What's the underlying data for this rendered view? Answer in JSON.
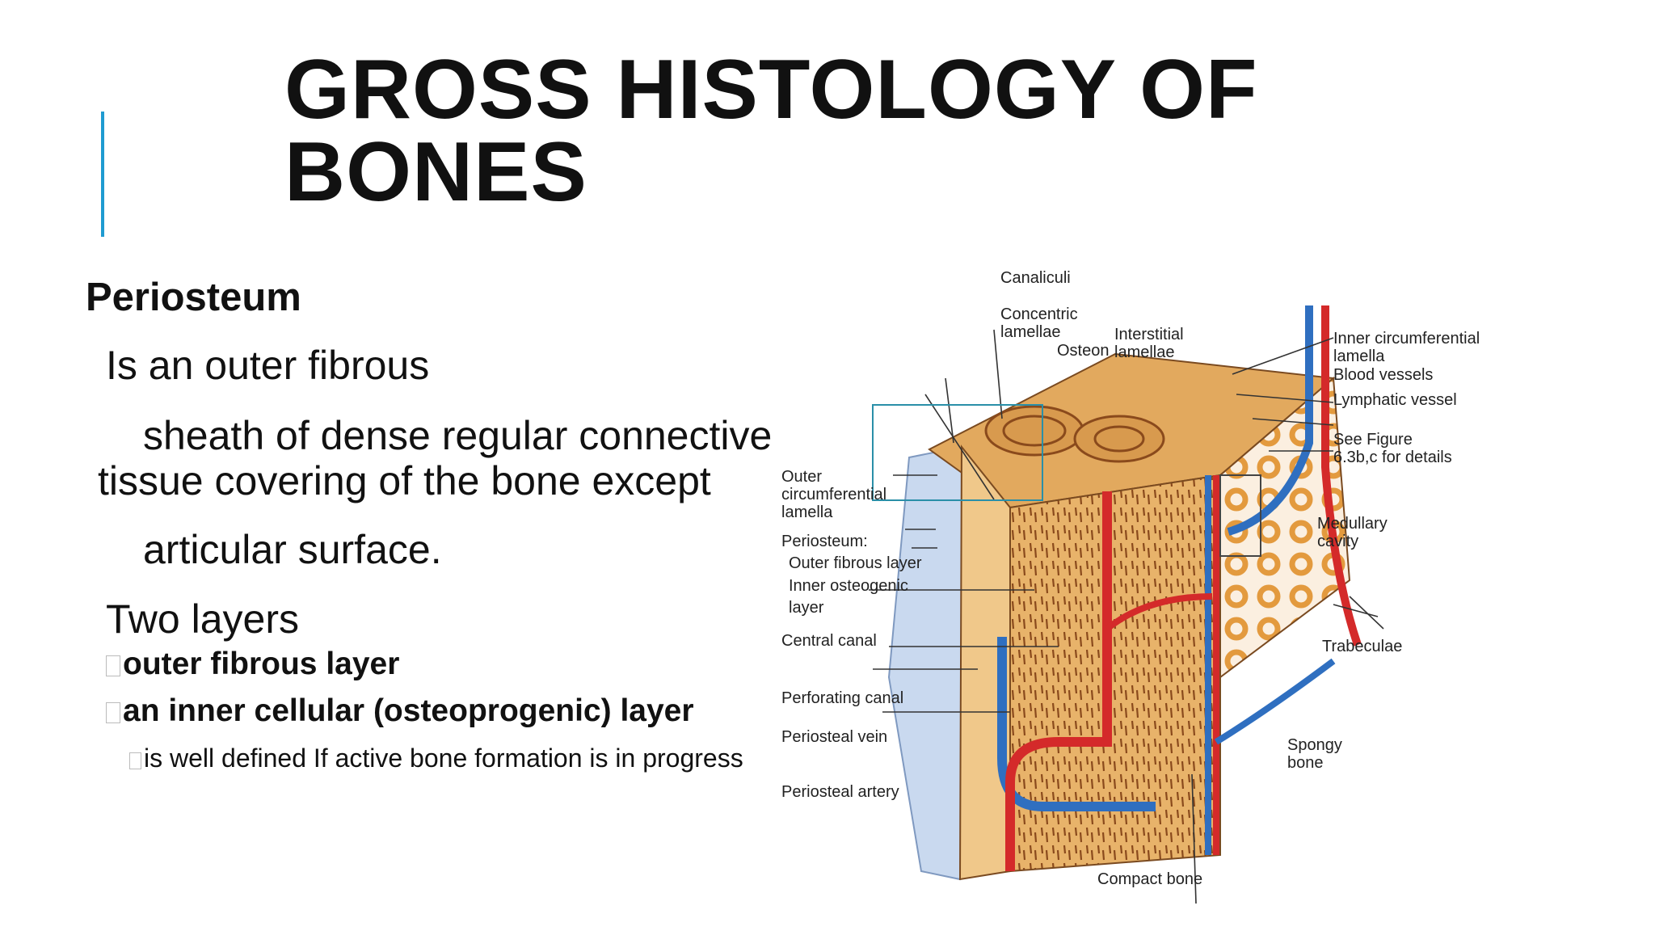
{
  "slide": {
    "title": "GROSS HISTOLOGY OF BONES",
    "accent_color": "#1f9bd1",
    "heading": "Periosteum",
    "lines": [
      "Is an outer fibrous",
      "sheath of dense regular connective",
      "tissue covering of the bone except",
      "articular surface.",
      "Two layers"
    ],
    "bullets": [
      "outer fibrous layer",
      "an inner cellular  (osteoprogenic) layer"
    ],
    "sub_bullet": "is well defined If active bone formation is in progress"
  },
  "figure": {
    "labels": {
      "canaliculi": "Canaliculi",
      "concentric_1": "Concentric",
      "concentric_2": "lamellae",
      "osteon": "Osteon",
      "interstitial_1": "Interstitial",
      "interstitial_2": "lamellae",
      "inner_circ_1": "Inner circumferential",
      "inner_circ_2": "lamella",
      "blood_vessels": "Blood vessels",
      "lymphatic": "Lymphatic vessel",
      "see_fig_1": "See Figure",
      "see_fig_2": "6.3b,c for details",
      "outer_circ_1": "Outer",
      "outer_circ_2": "circumferential",
      "outer_circ_3": "lamella",
      "medullary_1": "Medullary",
      "medullary_2": "cavity",
      "periosteum": "Periosteum:",
      "outer_fibrous": "Outer fibrous layer",
      "inner_osteo_1": "Inner osteogenic",
      "inner_osteo_2": "layer",
      "central_canal": "Central canal",
      "trabeculae": "Trabeculae",
      "perforating": "Perforating canal",
      "periosteal_vein": "Periosteal vein",
      "spongy_1": "Spongy",
      "spongy_2": "bone",
      "periosteal_artery": "Periosteal artery",
      "compact_bone": "Compact bone"
    },
    "colors": {
      "bone": "#e8b36a",
      "bone_dark": "#8a4a1c",
      "artery": "#d42a2a",
      "vein": "#2f6fc0",
      "periosteum": "#c9d9ef",
      "box": "#2a8fa8"
    }
  }
}
